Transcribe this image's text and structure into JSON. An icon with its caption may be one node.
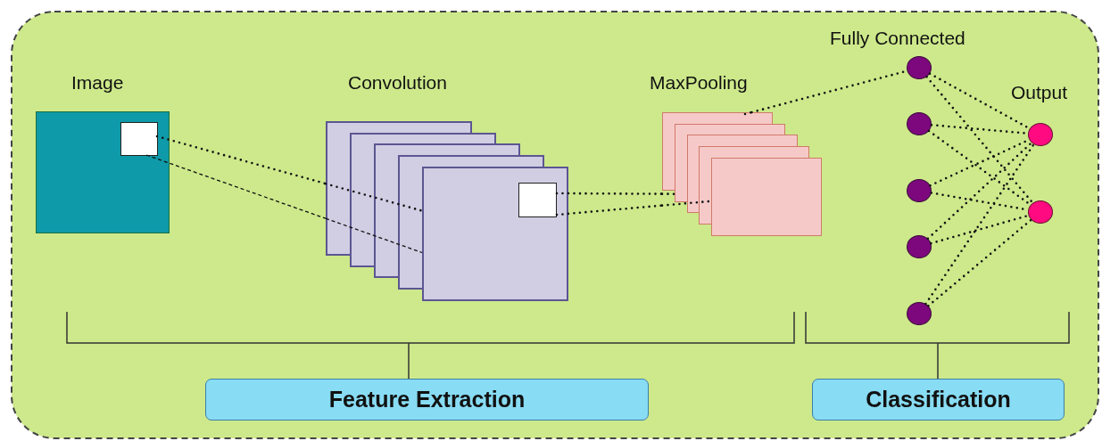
{
  "diagram": {
    "nodes": [
      {
        "text": [],
        "shape": "box"
      },
      {
        "text": [],
        "shape": "box",
        "in": 0
      },
      {
        "text": [],
        "shape": "box"
      },
      {
        "text": [],
        "shape": "box",
        "in": 2
      },
      {
        "text": [],
        "shape": "box"
      },
      {
        "text": [],
        "shape": "circle"
      },
      {
        "text": [],
        "shape": "circle"
      },
      {
        "text": [],
        "shape": "circle"
      },
      {
        "text": [],
        "shape": "circle"
      },
      {
        "text": [],
        "shape": "circle"
      },
      {
        "text": [],
        "shape": "circle"
      },
      {
        "text": [],
        "shape": "circle"
      },
      {
        "text": [
          "Feature Extraction"
        ]
      },
      {
        "text": [
          "Classification"
        ]
      }
    ],
    "edges": [
      {
        "from": 1,
        "to": 2,
        "arrow": "none"
      },
      {
        "from": 1,
        "to": 2,
        "arrow": "none",
        "style": "dashed"
      },
      {
        "from": 3,
        "to": 4,
        "arrow": "none"
      },
      {
        "from": 3,
        "to": 4,
        "arrow": "none"
      },
      {
        "from": 4,
        "to": 5,
        "arrow": "none"
      },
      {
        "from": 5,
        "to": 10,
        "arrow": "none"
      },
      {
        "from": 5,
        "to": 11,
        "arrow": "none"
      },
      {
        "from": 6,
        "to": 10,
        "arrow": "none"
      },
      {
        "from": 6,
        "to": 11,
        "arrow": "none"
      },
      {
        "from": 7,
        "to": 10,
        "arrow": "none"
      },
      {
        "from": 7,
        "to": 11,
        "arrow": "none"
      },
      {
        "from": 8,
        "to": 10,
        "arrow": "none"
      },
      {
        "from": 8,
        "to": 11,
        "arrow": "none"
      },
      {
        "from": 9,
        "to": 10,
        "arrow": "none"
      },
      {
        "from": 9,
        "to": 11,
        "arrow": "none"
      }
    ],
    "labels": [
      "Image",
      "Convolution",
      "MaxPooling",
      "Fully Connected",
      "Output"
    ]
  }
}
